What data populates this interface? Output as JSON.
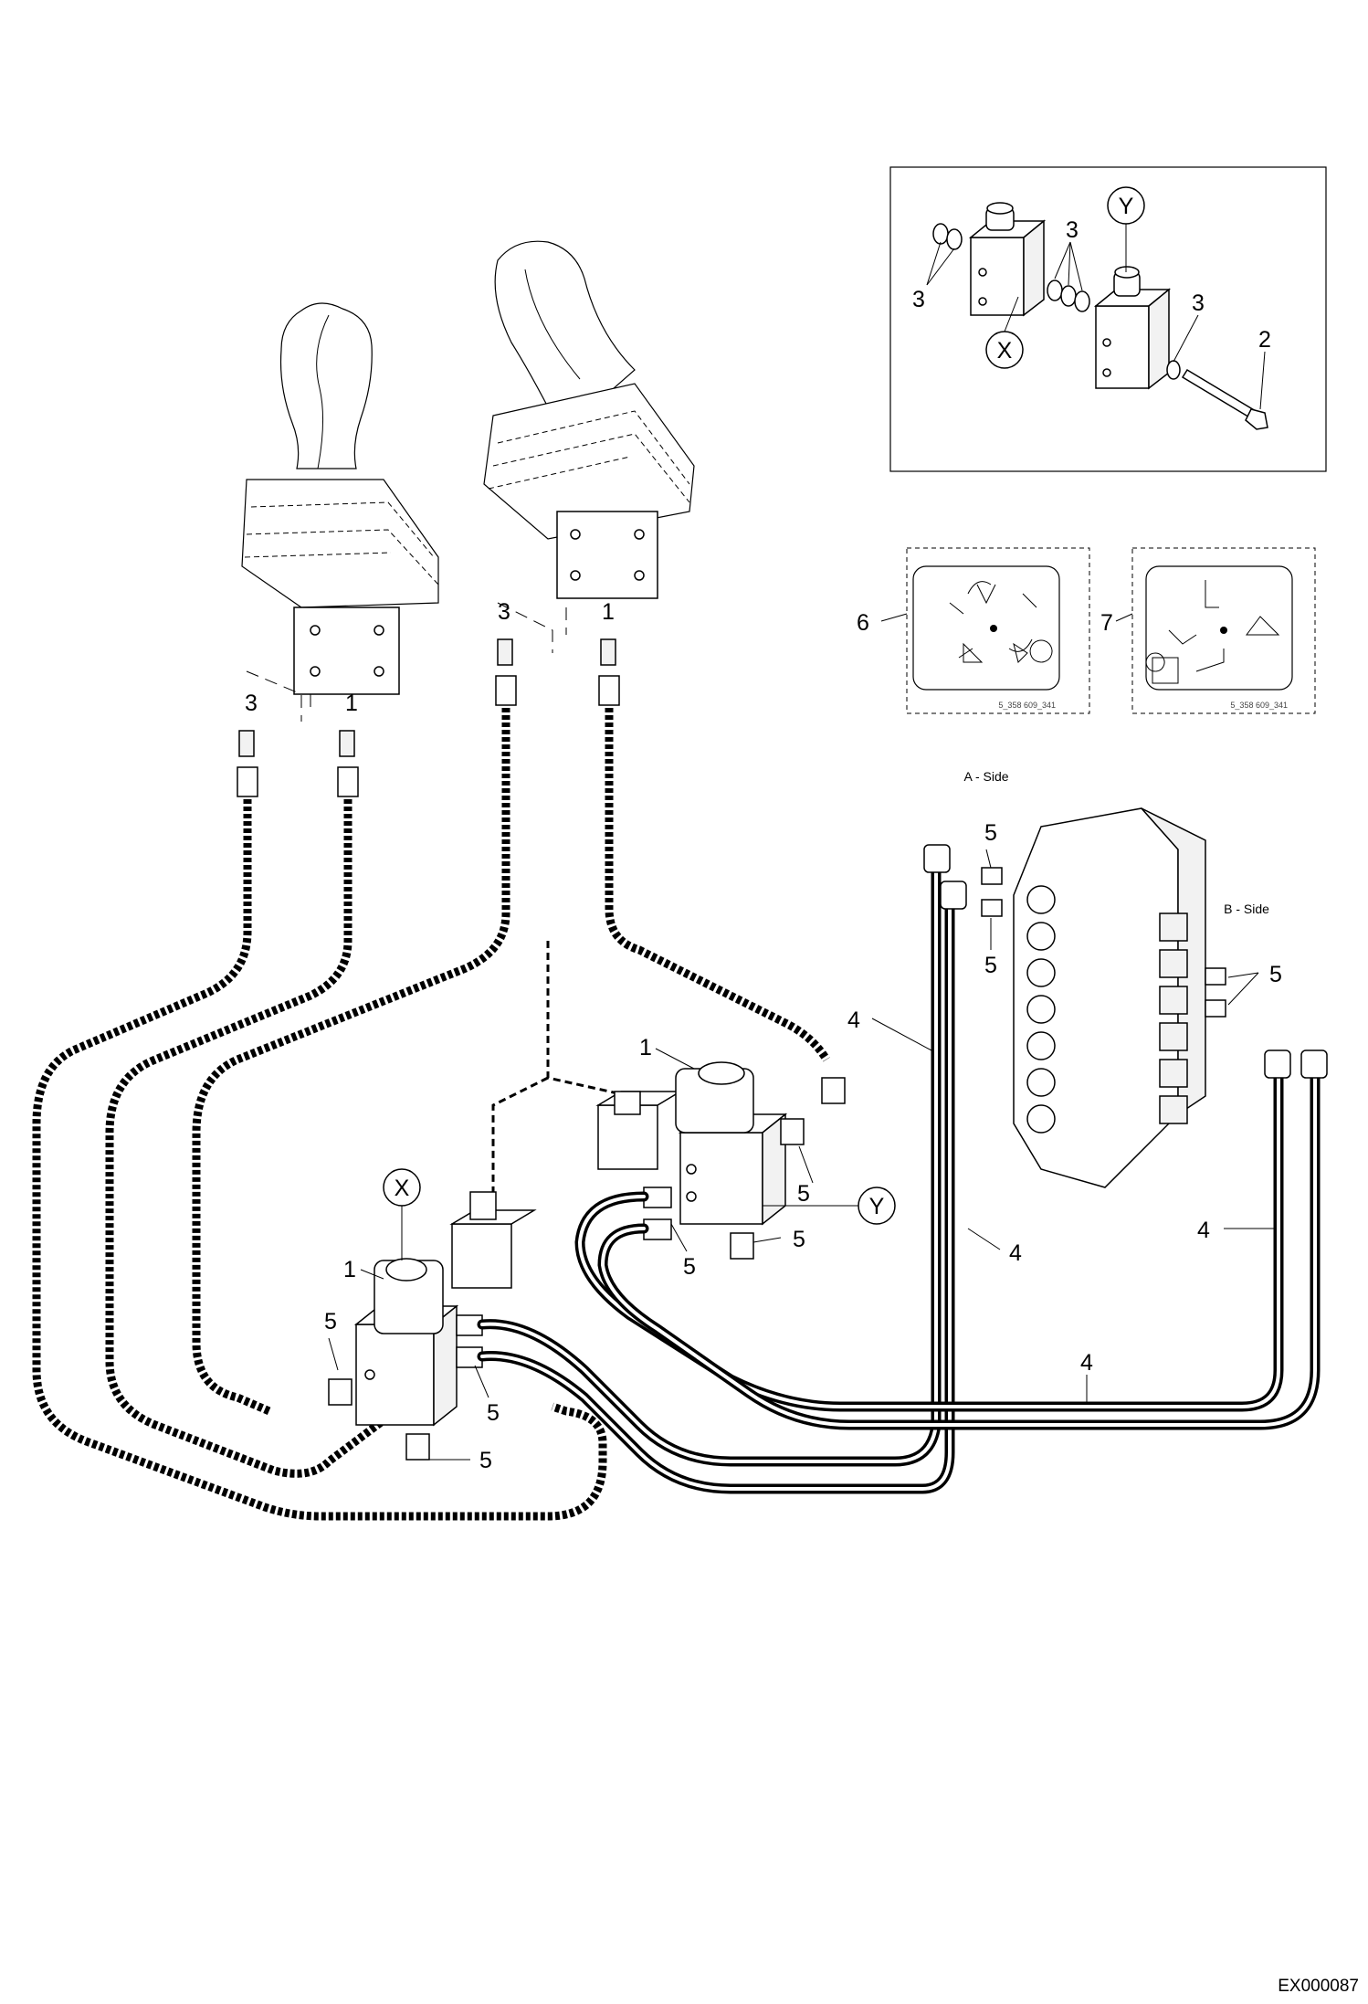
{
  "drawing_id": "EX000087",
  "callouts": {
    "one": "1",
    "two": "2",
    "three": "3",
    "four": "4",
    "five": "5",
    "six": "6",
    "seven": "7",
    "x": "X",
    "y": "Y"
  },
  "side_labels": {
    "a_side": "A - Side",
    "b_side": "B - Side"
  },
  "decal_numbers": {
    "decal_6": "5_358 609_341",
    "decal_7": "5_358 609_341"
  }
}
